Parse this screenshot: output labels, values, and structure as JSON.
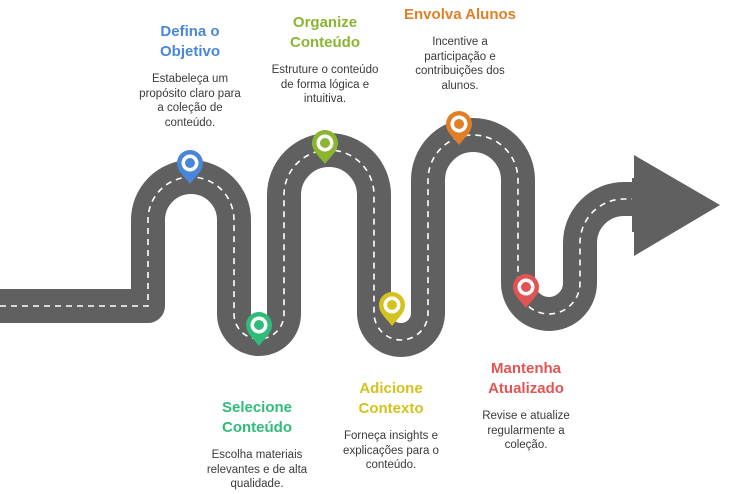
{
  "steps": [
    {
      "title_1": "Defina o",
      "title_2": "Objetivo",
      "desc_1": "Estabeleça um",
      "desc_2": "propósito claro para",
      "desc_3": "a coleção de",
      "desc_4": "conteúdo.",
      "color": "#4a86d8",
      "icon": "map-pin-icon"
    },
    {
      "title_1": "Selecione",
      "title_2": "Conteúdo",
      "desc_1": "Escolha materiais",
      "desc_2": "relevantes e de alta",
      "desc_3": "qualidade.",
      "color": "#2fbc78",
      "icon": "map-pin-icon"
    },
    {
      "title_1": "Organize",
      "title_2": "Conteúdo",
      "desc_1": "Estruture o conteúdo",
      "desc_2": "de forma lógica e",
      "desc_3": "intuitiva.",
      "color": "#8ab531",
      "icon": "map-pin-icon"
    },
    {
      "title_1": "Adicione",
      "title_2": "Contexto",
      "desc_1": "Forneça insights e",
      "desc_2": "explicações para o",
      "desc_3": "conteúdo.",
      "color": "#d4c21e",
      "icon": "map-pin-icon"
    },
    {
      "title_1": "Envolva Alunos",
      "desc_1": "Incentive a",
      "desc_2": "participação e",
      "desc_3": "contribuições dos",
      "desc_4": "alunos.",
      "color": "#e07f27",
      "icon": "map-pin-icon"
    },
    {
      "title_1": "Mantenha",
      "title_2": "Atualizado",
      "desc_1": "Revise e atualize",
      "desc_2": "regularmente a",
      "desc_3": "coleção.",
      "color": "#e25454",
      "icon": "map-pin-icon"
    }
  ]
}
